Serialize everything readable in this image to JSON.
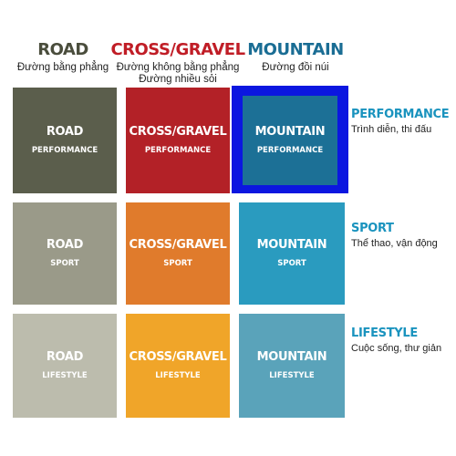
{
  "columns": [
    {
      "title": "ROAD",
      "subtitle": [
        "Đường bằng phẳng"
      ],
      "color": "#4a4d3c"
    },
    {
      "title": "CROSS/GRAVEL",
      "subtitle": [
        "Đường không bằng phẳng",
        "Đường nhiều sỏi"
      ],
      "color": "#c01d26"
    },
    {
      "title": "MOUNTAIN",
      "subtitle": [
        "Đường đồi núi"
      ],
      "color": "#1a6d94"
    }
  ],
  "rows": [
    {
      "title": "PERFORMANCE",
      "subtitle": "Trình diễn, thi đấu"
    },
    {
      "title": "SPORT",
      "subtitle": "Thể thao, vận động"
    },
    {
      "title": "LIFESTYLE",
      "subtitle": "Cuộc sống, thư giản"
    }
  ],
  "tiles": [
    [
      {
        "name": "ROAD",
        "level": "PERFORMANCE",
        "color": "#5b5e4c"
      },
      {
        "name": "CROSS/GRAVEL",
        "level": "PERFORMANCE",
        "color": "#b32127"
      },
      {
        "name": "MOUNTAIN",
        "level": "PERFORMANCE",
        "color": "#1c7096"
      }
    ],
    [
      {
        "name": "ROAD",
        "level": "SPORT",
        "color": "#9a9a89"
      },
      {
        "name": "CROSS/GRAVEL",
        "level": "SPORT",
        "color": "#e07b2c"
      },
      {
        "name": "MOUNTAIN",
        "level": "SPORT",
        "color": "#2a9bbf"
      }
    ],
    [
      {
        "name": "ROAD",
        "level": "LIFESTYLE",
        "color": "#bcbcad"
      },
      {
        "name": "CROSS/GRAVEL",
        "level": "LIFESTYLE",
        "color": "#f0a529"
      },
      {
        "name": "MOUNTAIN",
        "level": "LIFESTYLE",
        "color": "#5aa3ba"
      }
    ]
  ],
  "highlighted_tile": {
    "row": "PERFORMANCE",
    "column": "MOUNTAIN",
    "color": "#0b16e0"
  },
  "row_title_color": "#1a93be"
}
